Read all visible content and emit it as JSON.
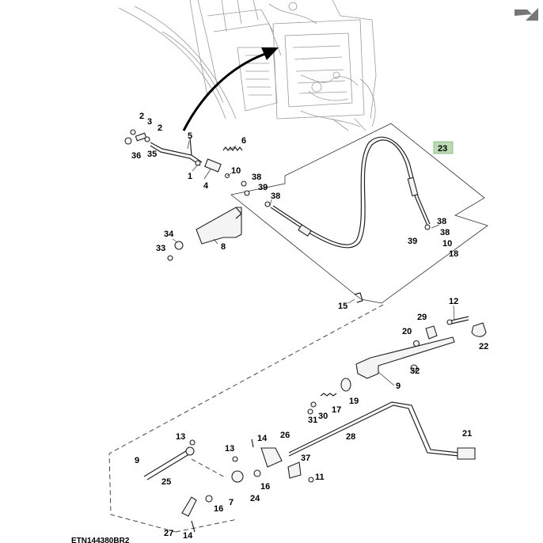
{
  "figure_ref": "ETN144380BR2",
  "next_arrow_icon": "arrow-right-icon",
  "highlight_color": "#b8dcb0",
  "callouts": [
    {
      "id": "c-2a",
      "label": "2"
    },
    {
      "id": "c-3",
      "label": "3"
    },
    {
      "id": "c-2b",
      "label": "2"
    },
    {
      "id": "c-36",
      "label": "36"
    },
    {
      "id": "c-35",
      "label": "35"
    },
    {
      "id": "c-5",
      "label": "5"
    },
    {
      "id": "c-6",
      "label": "6"
    },
    {
      "id": "c-1",
      "label": "1"
    },
    {
      "id": "c-4",
      "label": "4"
    },
    {
      "id": "c-10a",
      "label": "10"
    },
    {
      "id": "c-38a",
      "label": "38"
    },
    {
      "id": "c-39a",
      "label": "39"
    },
    {
      "id": "c-38b",
      "label": "38"
    },
    {
      "id": "c-23",
      "label": "23"
    },
    {
      "id": "c-34",
      "label": "34"
    },
    {
      "id": "c-33",
      "label": "33"
    },
    {
      "id": "c-8",
      "label": "8"
    },
    {
      "id": "c-38c",
      "label": "38"
    },
    {
      "id": "c-38d",
      "label": "38"
    },
    {
      "id": "c-39b",
      "label": "39"
    },
    {
      "id": "c-10b",
      "label": "10"
    },
    {
      "id": "c-18",
      "label": "18"
    },
    {
      "id": "c-15",
      "label": "15"
    },
    {
      "id": "c-12",
      "label": "12"
    },
    {
      "id": "c-29",
      "label": "29"
    },
    {
      "id": "c-20",
      "label": "20"
    },
    {
      "id": "c-22",
      "label": "22"
    },
    {
      "id": "c-32",
      "label": "32"
    },
    {
      "id": "c-9a",
      "label": "9"
    },
    {
      "id": "c-19",
      "label": "19"
    },
    {
      "id": "c-17",
      "label": "17"
    },
    {
      "id": "c-31",
      "label": "31"
    },
    {
      "id": "c-30",
      "label": "30"
    },
    {
      "id": "c-28",
      "label": "28"
    },
    {
      "id": "c-13a",
      "label": "13"
    },
    {
      "id": "c-14a",
      "label": "14"
    },
    {
      "id": "c-26",
      "label": "26"
    },
    {
      "id": "c-9b",
      "label": "9"
    },
    {
      "id": "c-25",
      "label": "25"
    },
    {
      "id": "c-13b",
      "label": "13"
    },
    {
      "id": "c-37",
      "label": "37"
    },
    {
      "id": "c-21",
      "label": "21"
    },
    {
      "id": "c-16a",
      "label": "16"
    },
    {
      "id": "c-16b",
      "label": "16"
    },
    {
      "id": "c-11",
      "label": "11"
    },
    {
      "id": "c-24",
      "label": "24"
    },
    {
      "id": "c-7",
      "label": "7"
    },
    {
      "id": "c-27",
      "label": "27"
    },
    {
      "id": "c-14b",
      "label": "14"
    }
  ]
}
